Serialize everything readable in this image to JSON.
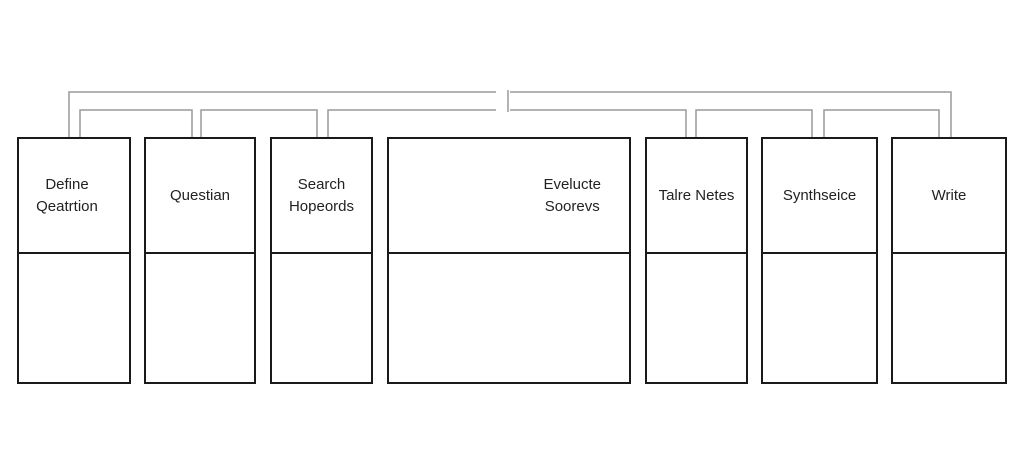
{
  "steps": [
    {
      "label": "Define\nQeatrtion"
    },
    {
      "label": "Questian"
    },
    {
      "label": "Search\nHopeords"
    },
    {
      "label": "Evelucte\nSoorevs"
    },
    {
      "label": "Talre Netes"
    },
    {
      "label": "Synthseice"
    },
    {
      "label": "Write"
    }
  ],
  "colors": {
    "stroke": "#1a1a1a",
    "connector": "#9a9a9a"
  }
}
